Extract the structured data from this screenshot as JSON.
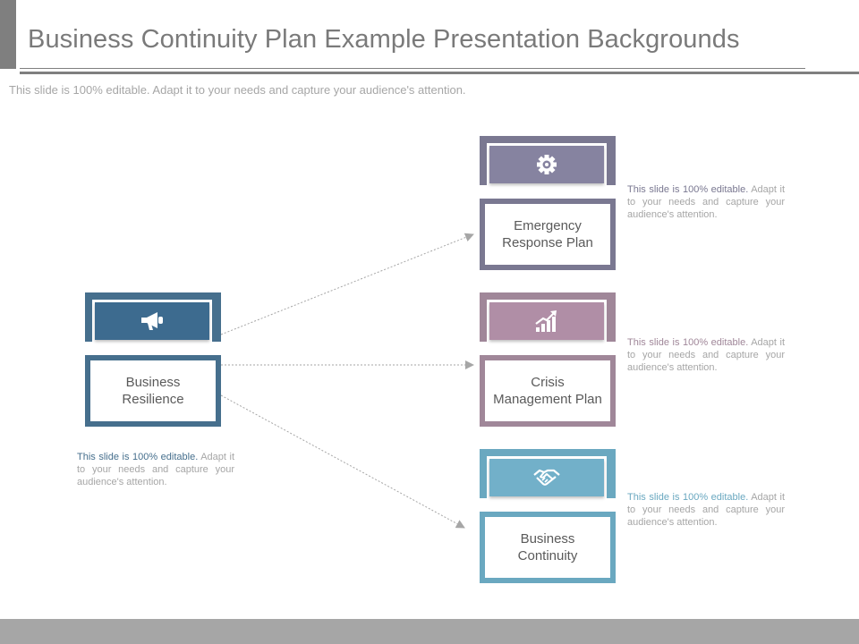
{
  "slide": {
    "title": "Business Continuity Plan Example Presentation Backgrounds",
    "subtitle": "This slide is 100% editable. Adapt it to your needs and capture your audience's attention."
  },
  "colors": {
    "resilience": "#466f8d",
    "resilience_chip": "#3d6b8f",
    "emergency": "#7a7891",
    "emergency_chip": "#8683a0",
    "crisis": "#a08799",
    "crisis_chip": "#b08ea6",
    "continuity": "#6aa8c0",
    "continuity_chip": "#72b0c9"
  },
  "nodes": {
    "resilience": {
      "label": "Business Resilience",
      "icon": "megaphone-icon",
      "desc_lead": "This slide is 100% editable.",
      "desc_rest": "Adapt it to your needs and capture your audience's attention."
    },
    "emergency": {
      "label": "Emergency Response Plan",
      "icon": "gear-icon",
      "desc_lead": "This slide is 100% editable.",
      "desc_rest": "Adapt it to your needs and capture your audience's attention."
    },
    "crisis": {
      "label": "Crisis Management Plan",
      "icon": "growth-chart-icon",
      "desc_lead": "This slide is 100% editable.",
      "desc_rest": "Adapt it to your needs and capture your audience's attention."
    },
    "continuity": {
      "label": "Business Continuity",
      "icon": "handshake-icon",
      "desc_lead": "This slide is 100% editable.",
      "desc_rest": "Adapt it to your needs and capture your audience's attention."
    }
  }
}
